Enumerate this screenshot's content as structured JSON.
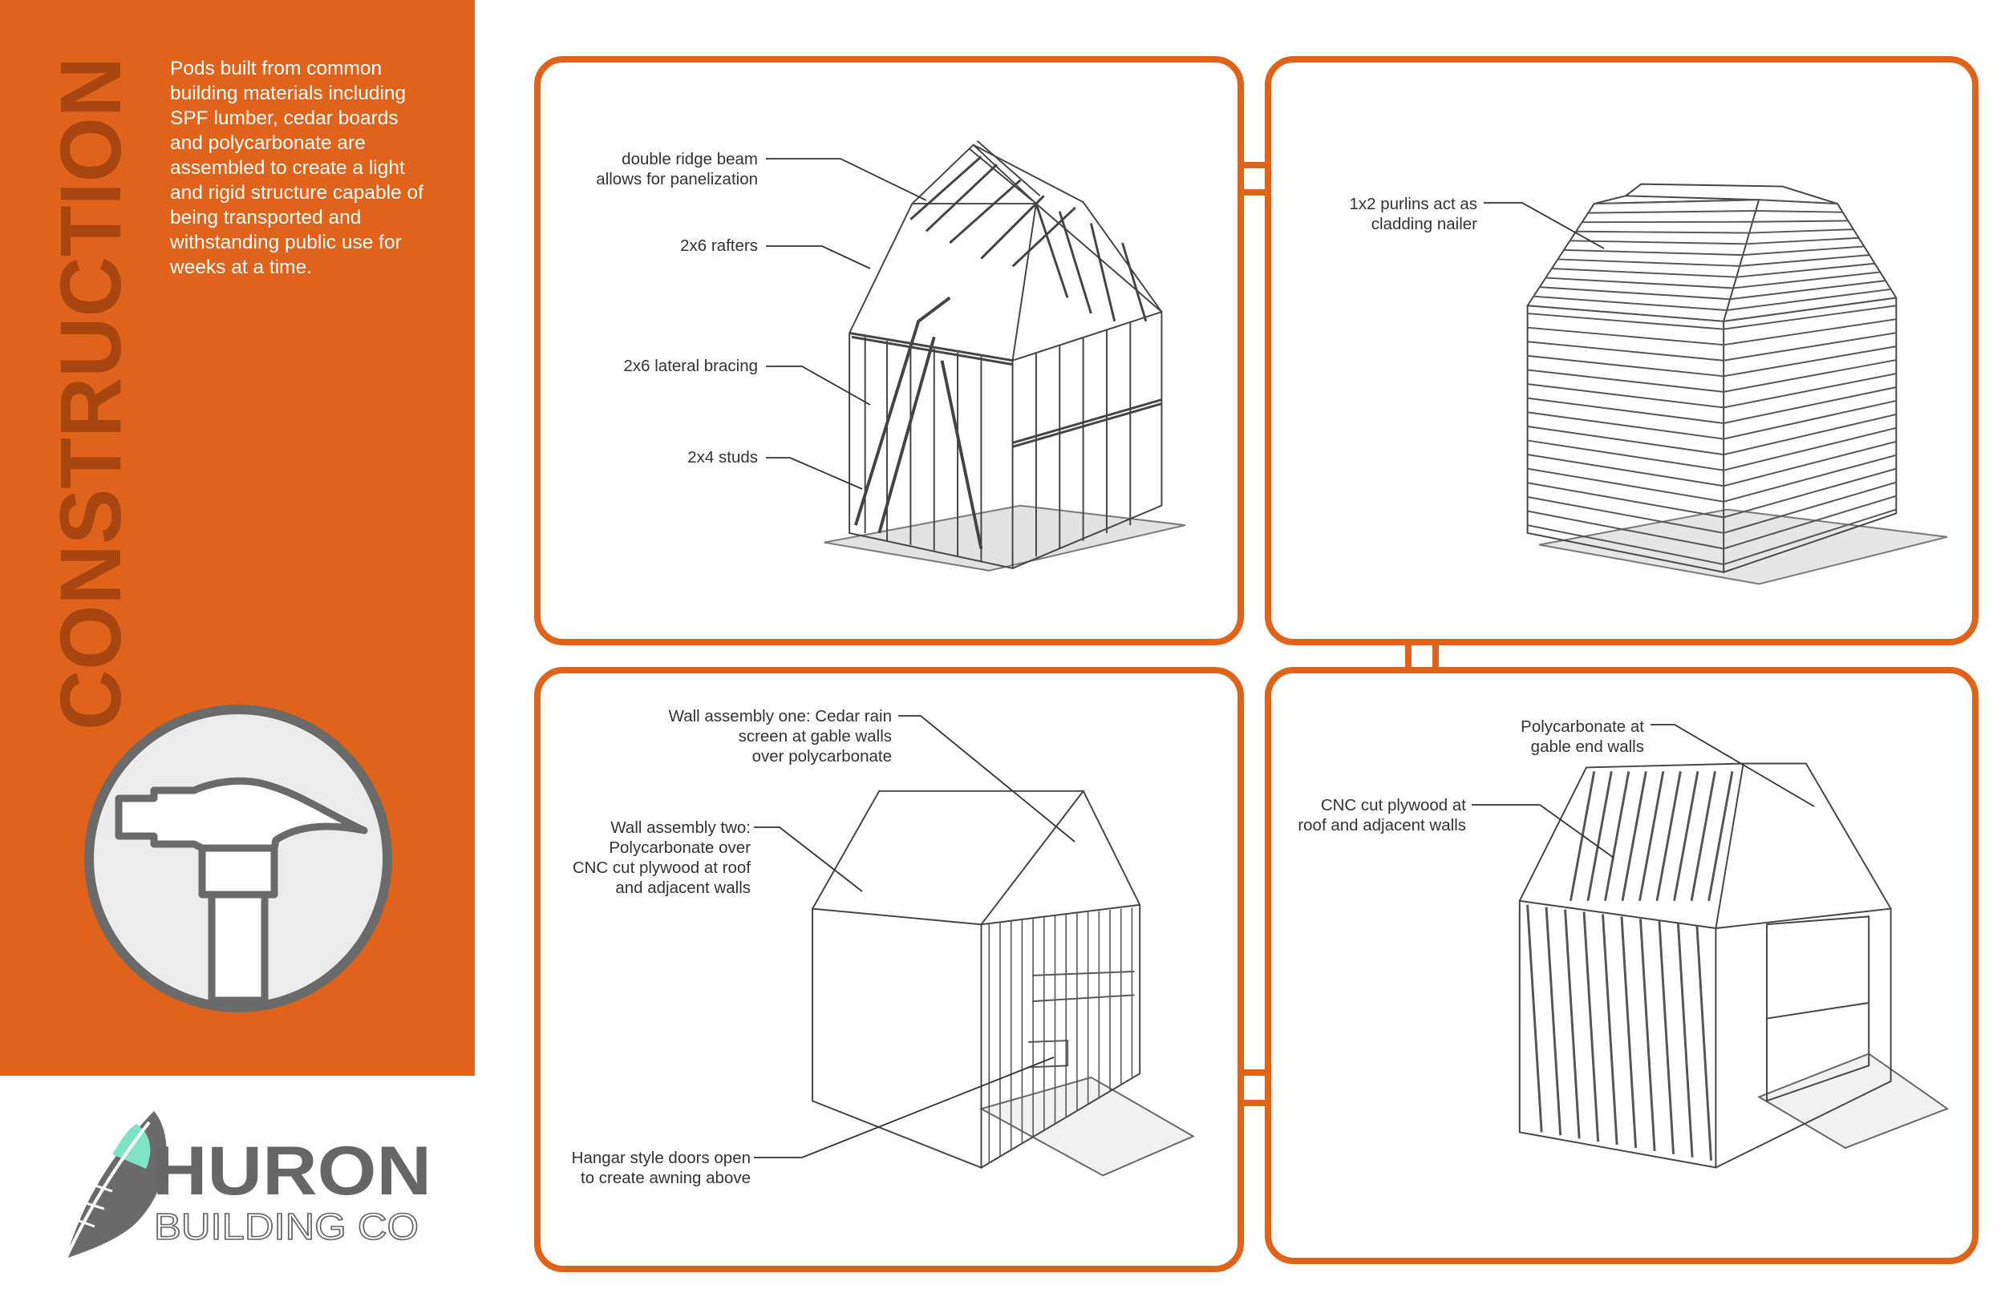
{
  "title": "CONSTRUCTION",
  "intro": {
    "lines": [
      "Pods built from common",
      "building materials including",
      "SPF lumber, cedar boards",
      "and polycarbonate are",
      "assembled to create a light",
      "and rigid structure capable of",
      "being transported and",
      "withstanding public use for",
      "weeks at a time."
    ]
  },
  "logo": {
    "name": "HURON",
    "sub": "BUILDING CO"
  },
  "panels": {
    "frame": {
      "labels": [
        [
          "double ridge beam",
          "allows for panelization"
        ],
        [
          "2x6 rafters"
        ],
        [
          "2x6 lateral bracing"
        ],
        [
          "2x4 studs"
        ]
      ]
    },
    "purlins": {
      "labels": [
        [
          "1x2 purlins act as",
          "cladding nailer"
        ]
      ]
    },
    "cnc": {
      "labels": [
        [
          "Polycarbonate at",
          "gable end walls"
        ],
        [
          "CNC cut plywood at",
          "roof and adjacent walls"
        ]
      ]
    },
    "walls": {
      "labels": [
        [
          "Wall assembly one: Cedar rain",
          "screen at gable walls",
          "over polycarbonate"
        ],
        [
          "Wall assembly two:",
          "Polycarbonate over",
          "CNC cut plywood at roof",
          "and adjacent walls"
        ],
        [
          "Hangar style doors open",
          "to create awning above"
        ]
      ]
    }
  },
  "colors": {
    "accent": "#e0631b",
    "title": "#a84612",
    "gray": "#666666",
    "mint": "#7fe2c4"
  },
  "icons": {
    "badge": "hammer-icon",
    "logo": "feather-icon"
  }
}
